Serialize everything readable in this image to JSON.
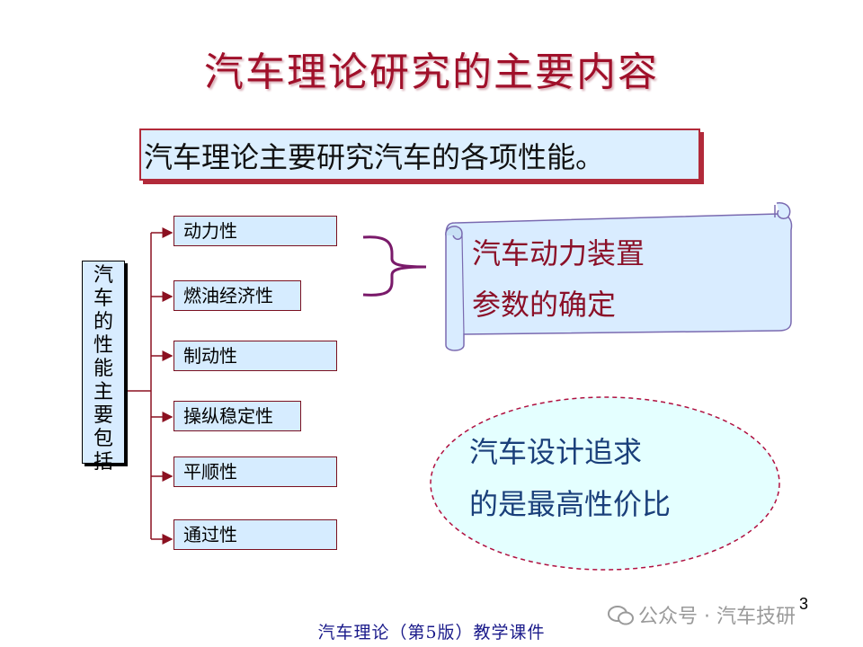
{
  "slide": {
    "title": "汽车理论研究的主要内容",
    "subtitle": "汽车理论主要研究汽车的各项性能。",
    "root_label": [
      "汽",
      "车",
      "的",
      "性",
      "能",
      "主",
      "要",
      "包",
      "括"
    ],
    "items": [
      "动力性",
      "燃油经济性",
      "制动性",
      "操纵稳定性",
      "平顺性",
      "通过性"
    ],
    "scroll_lines": [
      "汽车动力装置",
      "参数的确定"
    ],
    "ellipse_lines": [
      "汽车设计追求",
      "的是最高性价比"
    ],
    "page_number": "3",
    "footer": "汽车理论（第5版）教学课件",
    "watermark": "公众号 · 汽车技研"
  }
}
